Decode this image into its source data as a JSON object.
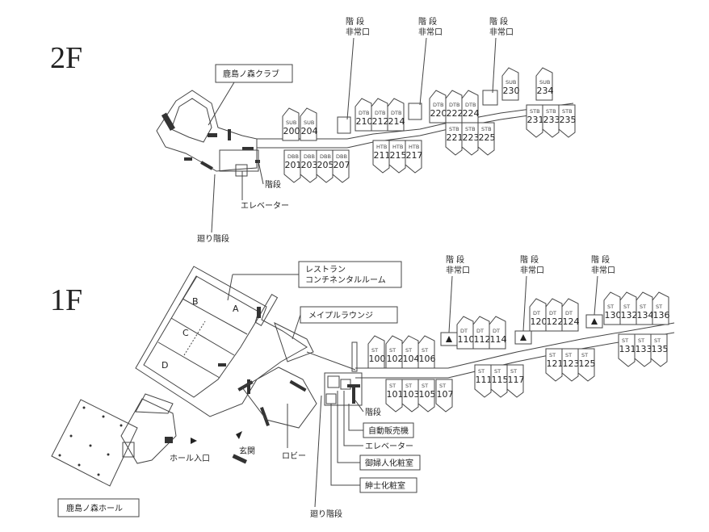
{
  "floors": {
    "second": {
      "label": "2F",
      "club_label": "鹿島ノ森クラブ",
      "stairs_label": "階段",
      "elevator_label": "エレベーター",
      "spiral_stairs_label": "廻り階段",
      "emergency_stairs": [
        {
          "line1": "階 段",
          "line2": "非常口"
        },
        {
          "line1": "階 段",
          "line2": "非常口"
        },
        {
          "line1": "階 段",
          "line2": "非常口"
        }
      ],
      "rooms_north": [
        {
          "type": "SUB",
          "num": "200"
        },
        {
          "type": "SUB",
          "num": "204"
        },
        {
          "type": "DTB",
          "num": "210"
        },
        {
          "type": "DTB",
          "num": "212"
        },
        {
          "type": "DTB",
          "num": "214"
        },
        {
          "type": "DTB",
          "num": "220"
        },
        {
          "type": "DTB",
          "num": "222"
        },
        {
          "type": "DTB",
          "num": "224"
        },
        {
          "type": "SUB",
          "num": "230"
        },
        {
          "type": "SUB",
          "num": "234"
        }
      ],
      "rooms_south": [
        {
          "type": "DBB",
          "num": "201"
        },
        {
          "type": "DBB",
          "num": "203"
        },
        {
          "type": "DBB",
          "num": "205"
        },
        {
          "type": "DBB",
          "num": "207"
        },
        {
          "type": "HTB",
          "num": "211"
        },
        {
          "type": "HTB",
          "num": "215"
        },
        {
          "type": "HTB",
          "num": "217"
        },
        {
          "type": "STB",
          "num": "221"
        },
        {
          "type": "STB",
          "num": "223"
        },
        {
          "type": "STB",
          "num": "225"
        },
        {
          "type": "STB",
          "num": "231"
        },
        {
          "type": "STB",
          "num": "233"
        },
        {
          "type": "STB",
          "num": "235"
        }
      ]
    },
    "first": {
      "label": "1F",
      "restaurant_label_1": "レストラン",
      "restaurant_label_2": "コンチネンタルルーム",
      "lounge_label": "メイプルラウンジ",
      "hall_label": "鹿島ノ森ホール",
      "hall_entrance": "ホール入口",
      "entrance": "玄関",
      "lobby": "ロビー",
      "stairs_label": "階段",
      "vending_label": "自動販売機",
      "elevator_label": "エレベーター",
      "ladies_label": "御婦人化粧室",
      "mens_label": "紳士化粧室",
      "spiral_stairs_label": "廻り階段",
      "sections": [
        "A",
        "B",
        "C",
        "D"
      ],
      "emergency_stairs": [
        {
          "line1": "階 段",
          "line2": "非常口"
        },
        {
          "line1": "階 段",
          "line2": "非常口"
        },
        {
          "line1": "階 段",
          "line2": "非常口"
        }
      ],
      "rooms_north": [
        {
          "type": "ST",
          "num": "100"
        },
        {
          "type": "ST",
          "num": "102"
        },
        {
          "type": "ST",
          "num": "104"
        },
        {
          "type": "ST",
          "num": "106"
        },
        {
          "type": "DT",
          "num": "110"
        },
        {
          "type": "DT",
          "num": "112"
        },
        {
          "type": "DT",
          "num": "114"
        },
        {
          "type": "DT",
          "num": "120"
        },
        {
          "type": "DT",
          "num": "122"
        },
        {
          "type": "DT",
          "num": "124"
        },
        {
          "type": "ST",
          "num": "130"
        },
        {
          "type": "ST",
          "num": "132"
        },
        {
          "type": "ST",
          "num": "134"
        },
        {
          "type": "ST",
          "num": "136"
        }
      ],
      "rooms_south": [
        {
          "type": "ST",
          "num": "101"
        },
        {
          "type": "ST",
          "num": "103"
        },
        {
          "type": "ST",
          "num": "105"
        },
        {
          "type": "ST",
          "num": "107"
        },
        {
          "type": "ST",
          "num": "111"
        },
        {
          "type": "ST",
          "num": "115"
        },
        {
          "type": "ST",
          "num": "117"
        },
        {
          "type": "ST",
          "num": "121"
        },
        {
          "type": "ST",
          "num": "123"
        },
        {
          "type": "ST",
          "num": "125"
        },
        {
          "type": "ST",
          "num": "131"
        },
        {
          "type": "ST",
          "num": "133"
        },
        {
          "type": "ST",
          "num": "135"
        }
      ]
    }
  }
}
